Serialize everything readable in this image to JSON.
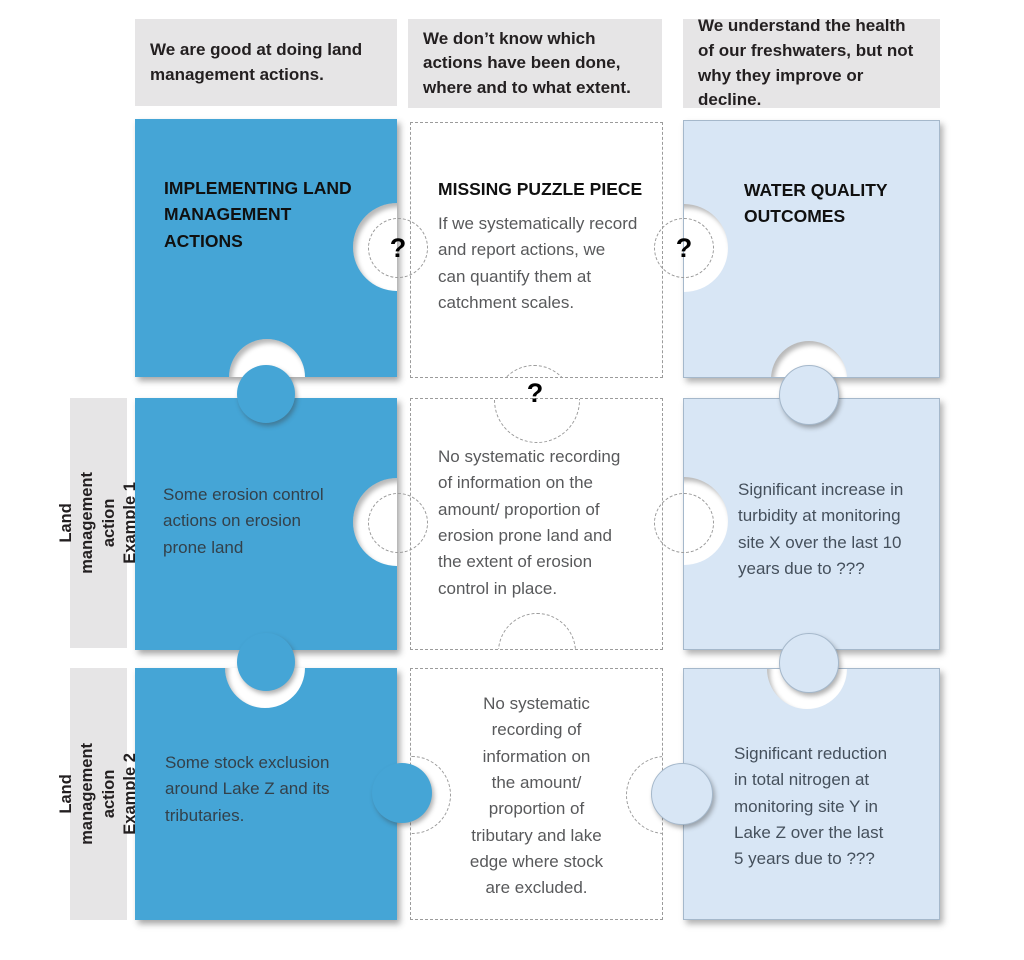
{
  "headers": [
    {
      "text": "We are good at doing land\nmanagement actions."
    },
    {
      "text": "We don’t know which\nactions have been done,\nwhere and to what extent."
    },
    {
      "text": "We understand the health\nof our freshwaters, but not\nwhy they improve or decline."
    }
  ],
  "row_labels": [
    {
      "text": "Land management action\nExample 1"
    },
    {
      "text": "Land management action\nExample 2"
    }
  ],
  "pieces": {
    "p1": {
      "title": "IMPLEMENTING LAND\nMANAGEMENT\nACTIONS"
    },
    "p2": {
      "title": "MISSING PUZZLE PIECE",
      "body": "If we systematically record\nand report actions, we\ncan quantify them at\ncatchment scales."
    },
    "p3": {
      "title": "WATER QUALITY\nOUTCOMES"
    },
    "p4": {
      "body": "Some erosion control\nactions on erosion\nprone land"
    },
    "p5": {
      "body": "No systematic recording\nof information on the\namount/ proportion of\nerosion prone land and\nthe extent of erosion\ncontrol in place."
    },
    "p6": {
      "body": "Significant increase in\nturbidity at monitoring\nsite X over the last 10\nyears due to ???"
    },
    "p7": {
      "body": "Some stock exclusion\naround Lake Z and its\ntributaries."
    },
    "p8": {
      "body": "No systematic\nrecording of\ninformation on\nthe amount/\nproportion of\ntributary and lake\nedge where stock\nare excluded."
    },
    "p9": {
      "body": "Significant reduction\nin total nitrogen at\nmonitoring site Y in\nLake Z over the last\n5 years due to ???"
    }
  },
  "qmarks": {
    "q1": "?",
    "q2": "?",
    "q3": "?"
  },
  "colors": {
    "blue": "#45A5D6",
    "lightblue": "#D8E6F5",
    "graybox": "#E6E5E6",
    "ink": "#231F20",
    "bodygray": "#58595B",
    "bodyblue": "#33414B",
    "bodylb": "#45505C",
    "dash": "#9B9B9B",
    "lbborder": "#A5B8CB"
  }
}
